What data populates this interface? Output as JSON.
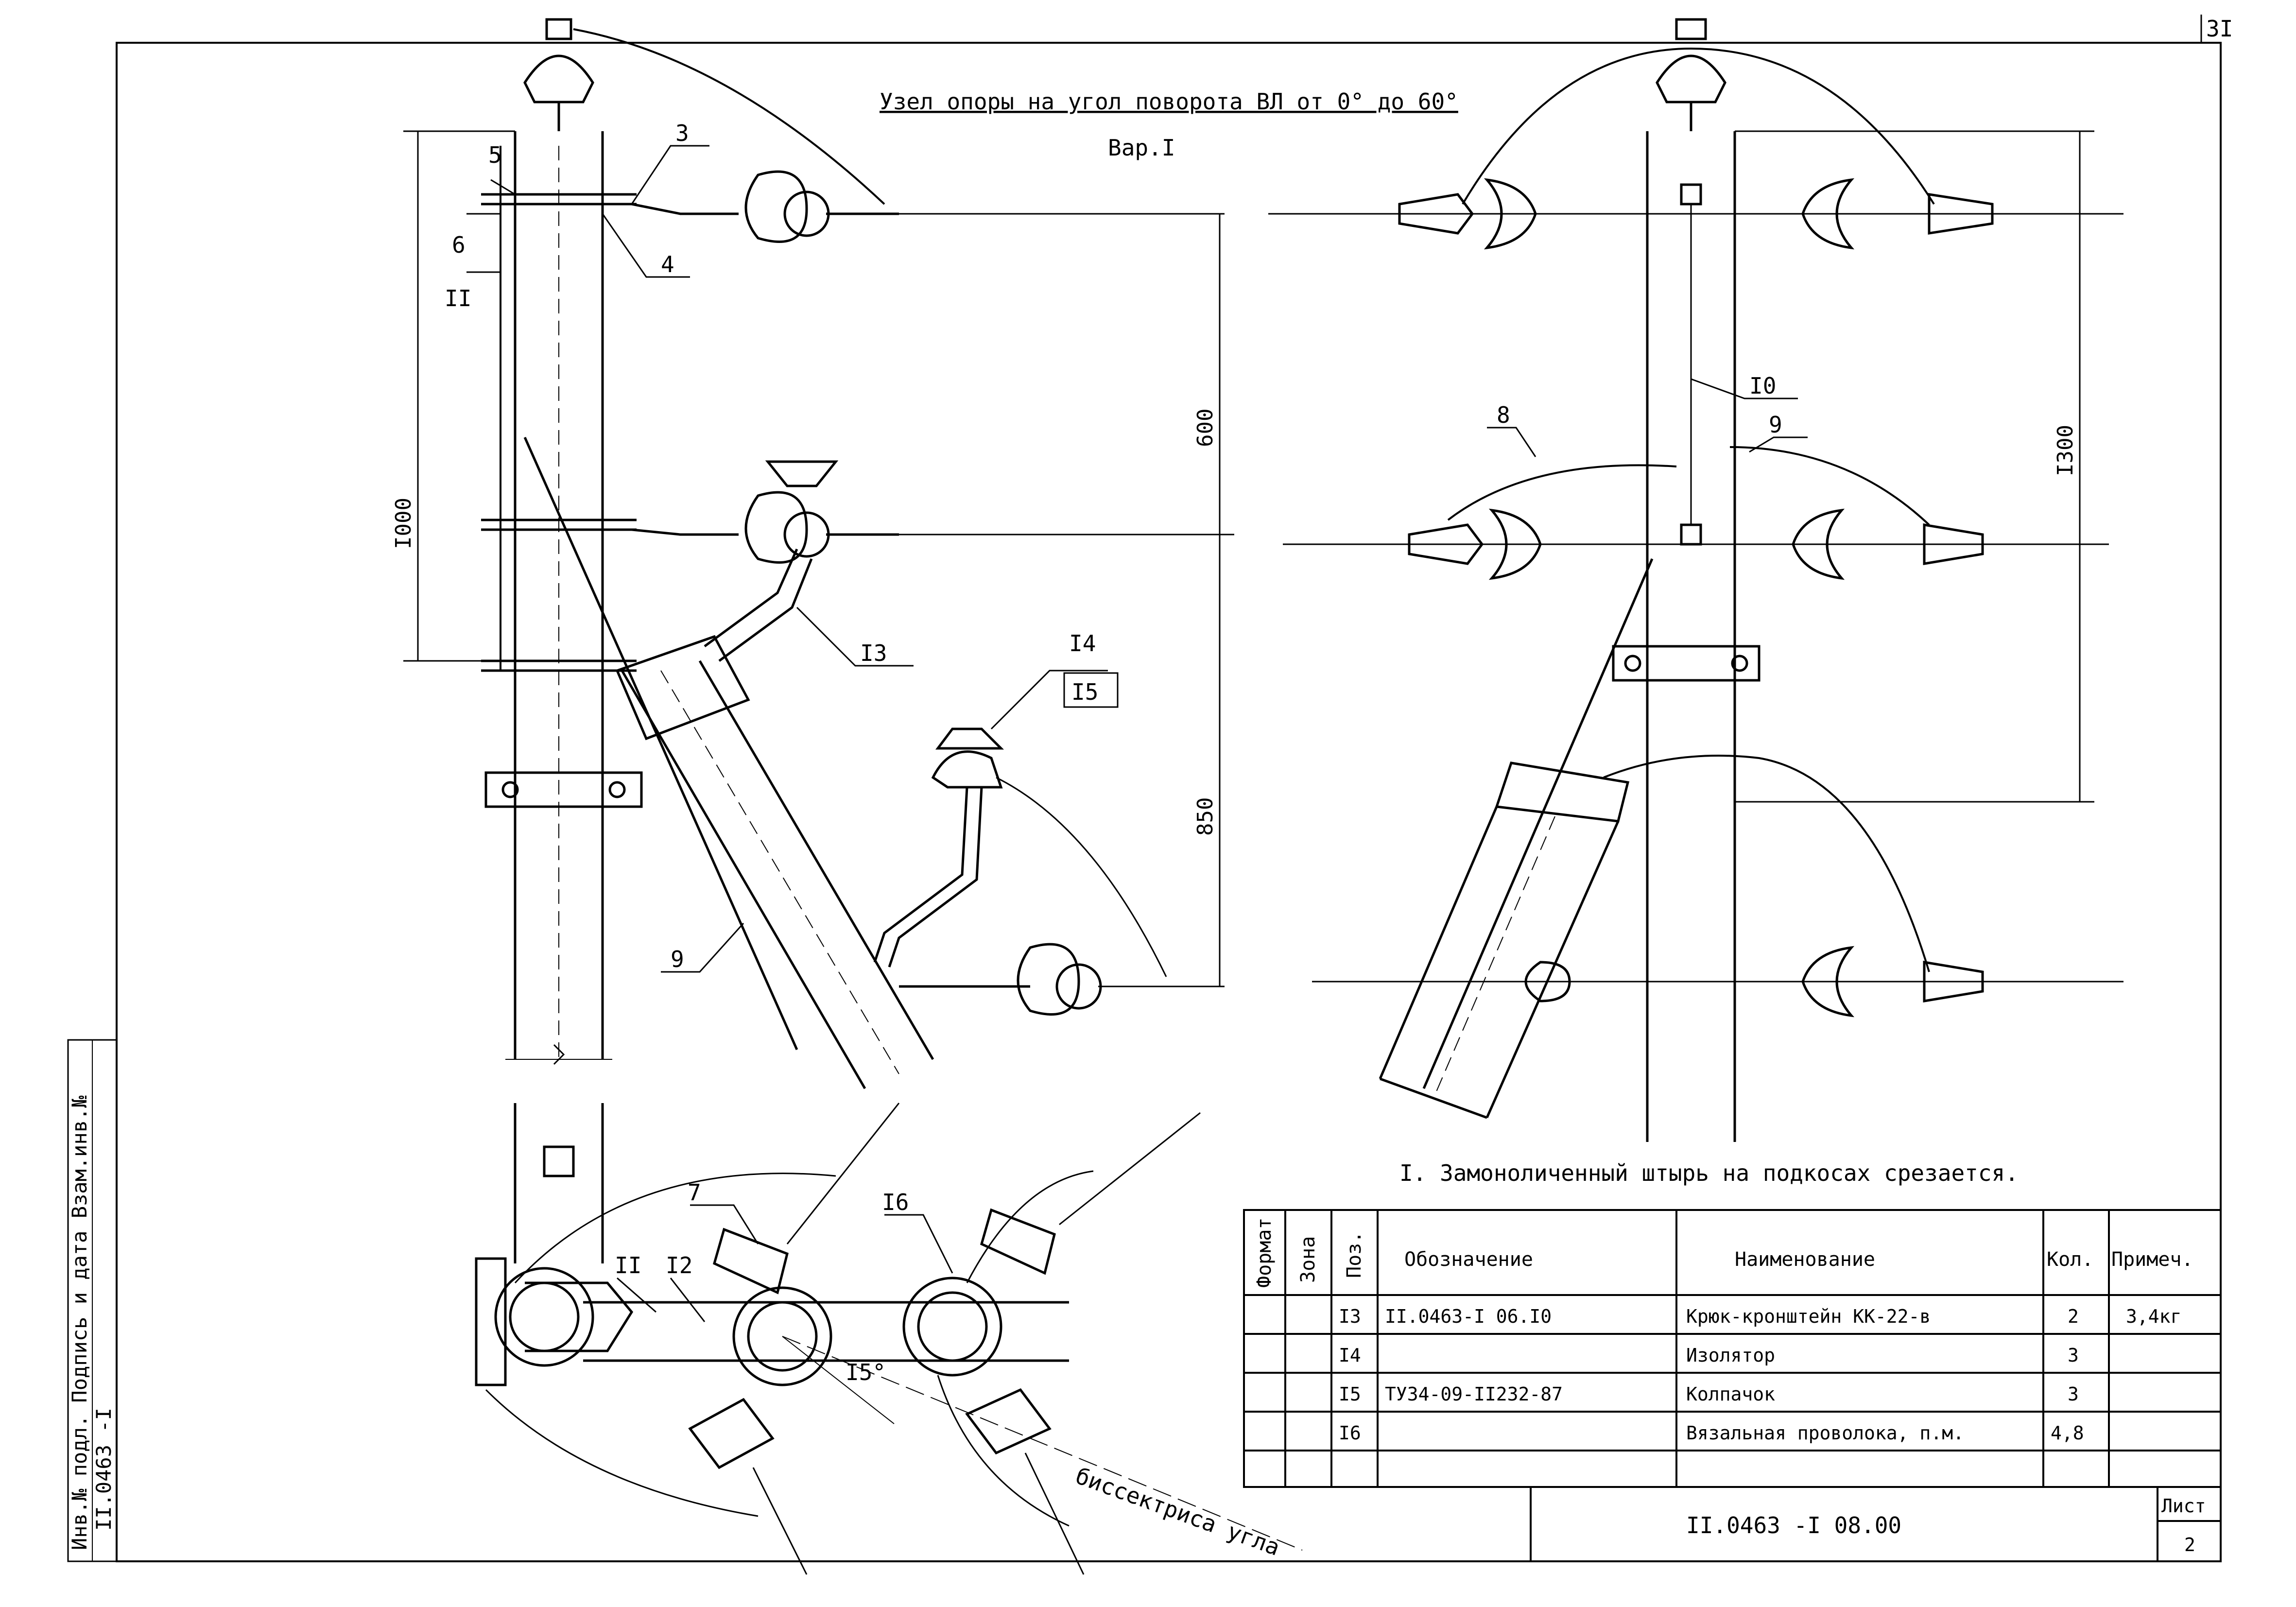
{
  "sheet_number": "3I",
  "title": "Узел опоры на угол поворота ВЛ от 0° до 60°",
  "variant": "Вар.I",
  "position_labels": {
    "p3": "3",
    "p4": "4",
    "p5": "5",
    "p6": "6",
    "p7": "7",
    "p8": "8",
    "p9a": "9",
    "p9b": "9",
    "p10": "I0",
    "p11a": "II",
    "p11b": "II",
    "p12": "I2",
    "p13": "I3",
    "p14": "I4",
    "p15": "I5",
    "p16": "I6"
  },
  "dimensions": {
    "d1000": "I000",
    "d600": "600",
    "d850": "850",
    "d1300": "I300",
    "angle15": "I5°"
  },
  "bisector_label": "биссектриса угла",
  "note": "I. Замоноличенный штырь на подкосах срезается.",
  "spec_table": {
    "headers": {
      "format": "Формат",
      "zone": "Зона",
      "pos": "Поз.",
      "designation": "Обозначение",
      "name": "Наименование",
      "qty": "Кол.",
      "note": "Примеч."
    },
    "rows": [
      {
        "pos": "I3",
        "designation": "II.0463-I 06.I0",
        "name": "Крюк-кронштейн КК-22-в",
        "qty": "2",
        "note": "3,4кг"
      },
      {
        "pos": "I4",
        "designation": "",
        "name": "Изолятор",
        "qty": "3",
        "note": ""
      },
      {
        "pos": "I5",
        "designation": "ТУ34-09-II232-87",
        "name": "Колпачок",
        "qty": "3",
        "note": ""
      },
      {
        "pos": "I6",
        "designation": "",
        "name": "Вязальная проволока, п.м.",
        "qty": "4,8",
        "note": ""
      }
    ]
  },
  "title_block": {
    "code": "II.0463 -I 08.00",
    "sheet_label": "Лист",
    "sheet_value": "2"
  },
  "side_stamp": {
    "code": "II.0463 -I",
    "text": "Инв.№ подл. Подпись и дата Взам.инв.№"
  }
}
